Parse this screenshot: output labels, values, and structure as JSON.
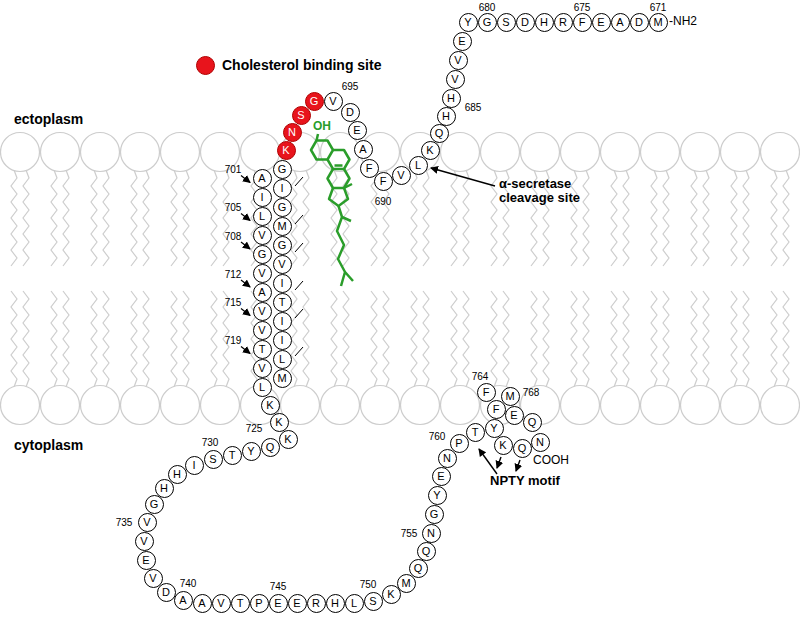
{
  "diagram": {
    "nodes": [
      {
        "text": [
          "M"
        ]
      },
      {
        "text": [
          "D"
        ]
      },
      {
        "text": [
          "A"
        ]
      },
      {
        "text": [
          "E"
        ]
      },
      {
        "text": [
          "F"
        ]
      },
      {
        "text": [
          "R"
        ]
      },
      {
        "text": [
          "H"
        ]
      },
      {
        "text": [
          "D"
        ]
      },
      {
        "text": [
          "S"
        ]
      },
      {
        "text": [
          "G"
        ]
      },
      {
        "text": [
          "Y"
        ]
      },
      {
        "text": [
          "E"
        ]
      },
      {
        "text": [
          "V"
        ]
      },
      {
        "text": [
          "V"
        ]
      },
      {
        "text": [
          "H"
        ]
      },
      {
        "text": [
          "H"
        ]
      },
      {
        "text": [
          "Q"
        ]
      },
      {
        "text": [
          "K"
        ]
      },
      {
        "text": [
          "L"
        ]
      },
      {
        "text": [
          "V"
        ]
      },
      {
        "text": [
          "F"
        ]
      },
      {
        "text": [
          "F"
        ]
      },
      {
        "text": [
          "A"
        ]
      },
      {
        "text": [
          "E"
        ]
      },
      {
        "text": [
          "D"
        ]
      },
      {
        "text": [
          "V"
        ]
      },
      {
        "text": [
          "G"
        ]
      },
      {
        "text": [
          "S"
        ]
      },
      {
        "text": [
          "N"
        ]
      },
      {
        "text": [
          "K"
        ]
      },
      {
        "text": [
          "G"
        ]
      },
      {
        "text": [
          "A"
        ]
      },
      {
        "text": [
          "I"
        ]
      },
      {
        "text": [
          "I"
        ]
      },
      {
        "text": [
          "G"
        ]
      },
      {
        "text": [
          "L"
        ]
      },
      {
        "text": [
          "M"
        ]
      },
      {
        "text": [
          "V"
        ]
      },
      {
        "text": [
          "G"
        ]
      },
      {
        "text": [
          "G"
        ]
      },
      {
        "text": [
          "V"
        ]
      },
      {
        "text": [
          "V"
        ]
      },
      {
        "text": [
          "I"
        ]
      },
      {
        "text": [
          "A"
        ]
      },
      {
        "text": [
          "T"
        ]
      },
      {
        "text": [
          "V"
        ]
      },
      {
        "text": [
          "I"
        ]
      },
      {
        "text": [
          "V"
        ]
      },
      {
        "text": [
          "I"
        ]
      },
      {
        "text": [
          "T"
        ]
      },
      {
        "text": [
          "L"
        ]
      },
      {
        "text": [
          "V"
        ]
      },
      {
        "text": [
          "M"
        ]
      },
      {
        "text": [
          "L"
        ]
      },
      {
        "text": [
          "K"
        ]
      },
      {
        "text": [
          "K"
        ]
      },
      {
        "text": [
          "K"
        ]
      },
      {
        "text": [
          "Q"
        ]
      },
      {
        "text": [
          "Y"
        ]
      },
      {
        "text": [
          "T"
        ]
      },
      {
        "text": [
          "S"
        ]
      },
      {
        "text": [
          "I"
        ]
      },
      {
        "text": [
          "H"
        ]
      },
      {
        "text": [
          "H"
        ]
      },
      {
        "text": [
          "G"
        ]
      },
      {
        "text": [
          "V"
        ]
      },
      {
        "text": [
          "V"
        ]
      },
      {
        "text": [
          "E"
        ]
      },
      {
        "text": [
          "V"
        ]
      },
      {
        "text": [
          "D"
        ]
      },
      {
        "text": [
          "A"
        ]
      },
      {
        "text": [
          "A"
        ]
      },
      {
        "text": [
          "V"
        ]
      },
      {
        "text": [
          "T"
        ]
      },
      {
        "text": [
          "P"
        ]
      },
      {
        "text": [
          "E"
        ]
      },
      {
        "text": [
          "E"
        ]
      },
      {
        "text": [
          "R"
        ]
      },
      {
        "text": [
          "H"
        ]
      },
      {
        "text": [
          "L"
        ]
      },
      {
        "text": [
          "S"
        ]
      },
      {
        "text": [
          "K"
        ]
      },
      {
        "text": [
          "M"
        ]
      },
      {
        "text": [
          "Q"
        ]
      },
      {
        "text": [
          "Q"
        ]
      },
      {
        "text": [
          "N"
        ]
      },
      {
        "text": [
          "G"
        ]
      },
      {
        "text": [
          "Y"
        ]
      },
      {
        "text": [
          "E"
        ]
      },
      {
        "text": [
          "N"
        ]
      },
      {
        "text": [
          "P"
        ]
      },
      {
        "text": [
          "T"
        ]
      },
      {
        "text": [
          "Y"
        ]
      },
      {
        "text": [
          "K"
        ]
      },
      {
        "text": [
          "F"
        ]
      },
      {
        "text": [
          "F"
        ]
      },
      {
        "text": [
          "E"
        ]
      },
      {
        "text": [
          "Q"
        ]
      },
      {
        "text": [
          "M"
        ]
      },
      {
        "text": [
          "Q"
        ]
      },
      {
        "text": [
          "N"
        ]
      }
    ],
    "labels": [
      "ectoplasm",
      "cytoplasm",
      "OH",
      "α-secretase cleavage site",
      "NPTY motif",
      "-NH2",
      "COOH",
      "671",
      "675",
      "680",
      "685",
      "690",
      "695",
      "701",
      "705",
      "708",
      "712",
      "715",
      "719",
      "725",
      "730",
      "735",
      "740",
      "745",
      "750",
      "755",
      "760",
      "764",
      "768"
    ],
    "legend": [
      {
        "text": "Cholesterol binding site",
        "color": "#e8141c"
      }
    ]
  }
}
